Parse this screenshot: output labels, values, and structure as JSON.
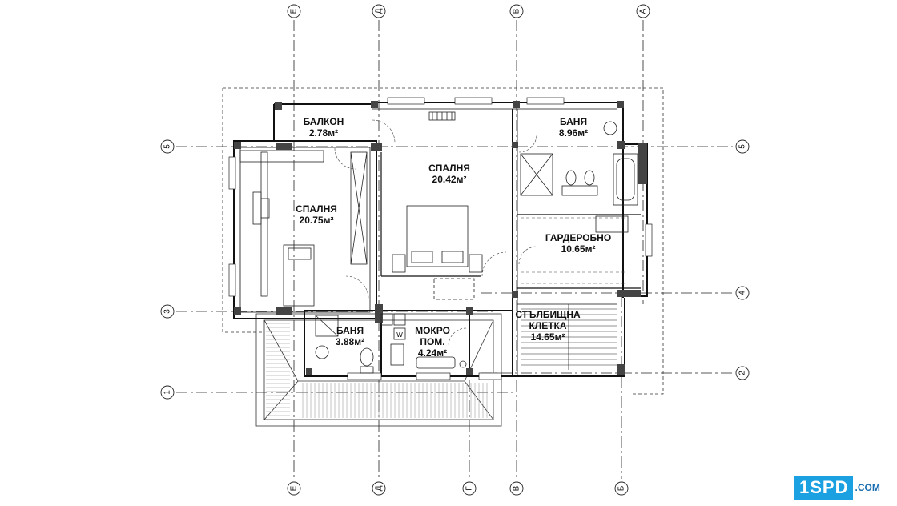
{
  "rooms": {
    "balcony": {
      "name": "БАЛКОН",
      "area": "2.78м²"
    },
    "bedroom1": {
      "name": "СПАЛНЯ",
      "area": "20.75м²"
    },
    "bedroom2": {
      "name": "СПАЛНЯ",
      "area": "20.42м²"
    },
    "bath1": {
      "name": "БАНЯ",
      "area": "8.96м²"
    },
    "wardrobe": {
      "name": "ГАРДЕРОБНО",
      "area": "10.65м²"
    },
    "bath2": {
      "name": "БАНЯ",
      "area": "3.88м²"
    },
    "utility": {
      "name": "МОКРО",
      "name2": "ПОМ.",
      "area": "4.24м²"
    },
    "stairs": {
      "name": "СТЪЛБИЩНА",
      "name2": "КЛЕТКА",
      "area": "14.65м²"
    }
  },
  "axes": {
    "vertical": [
      "Е",
      "Д",
      "Г",
      "В",
      "Б",
      "А"
    ],
    "horizontal": [
      "5",
      "4",
      "3",
      "2",
      "1"
    ]
  },
  "appliance_labels": {
    "washer": "W"
  },
  "logo": {
    "main": "1SPD",
    "tld": ".COM",
    "color": "#1ba1e2"
  }
}
